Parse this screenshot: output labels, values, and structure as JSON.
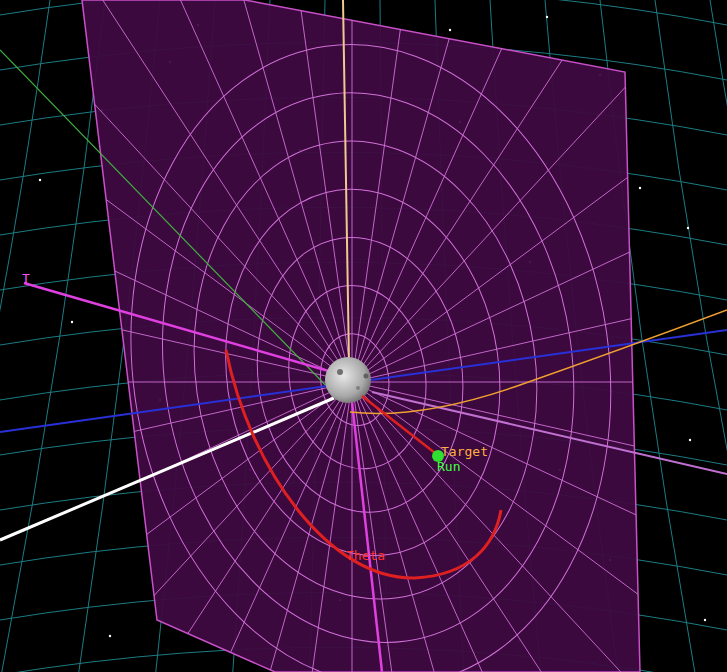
{
  "diagram": {
    "labels": [
      "T",
      "Target",
      "Run",
      "Theta"
    ]
  }
}
